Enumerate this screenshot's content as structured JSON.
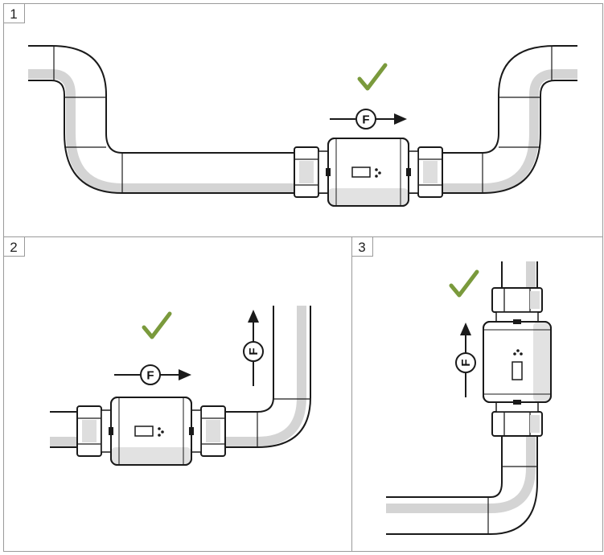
{
  "panels": [
    {
      "number": "1",
      "check_mark": "✓",
      "flow_symbol": "F",
      "flow_direction": "right",
      "orientation": "horizontal"
    },
    {
      "number": "2",
      "check_mark": "✓",
      "flow_symbol": "F",
      "flow_direction": "right-then-up",
      "orientation": "horizontal"
    },
    {
      "number": "3",
      "check_mark": "✓",
      "flow_symbol": "F",
      "flow_direction": "up",
      "orientation": "vertical"
    }
  ],
  "colors": {
    "border": "#9a9a9a",
    "pipe_outline": "#1a1a1a",
    "pipe_shadow": "#d4d4d4",
    "check": "#7a9a3c"
  },
  "icons": [
    "check-icon",
    "flow-arrow-icon",
    "flowmeter-icon"
  ]
}
